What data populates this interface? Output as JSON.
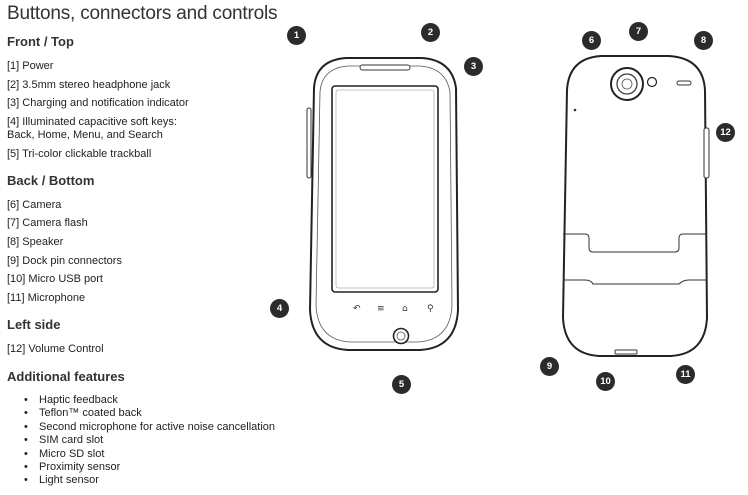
{
  "title": "Buttons, connectors and controls",
  "sections": {
    "front_top": {
      "heading": "Front / Top",
      "items": [
        "[1] Power",
        "[2] 3.5mm stereo headphone jack",
        "[3] Charging and notification indicator",
        "[4] Illuminated capacitive soft keys:",
        "Back, Home, Menu, and Search",
        "[5] Tri-color clickable trackball"
      ]
    },
    "back_bottom": {
      "heading": "Back / Bottom",
      "items": [
        "[6] Camera",
        "[7] Camera flash",
        "[8] Speaker",
        "[9] Dock pin connectors",
        "[10] Micro USB port",
        "[11] Microphone"
      ]
    },
    "left_side": {
      "heading": "Left side",
      "items": [
        "[12] Volume Control"
      ]
    },
    "additional": {
      "heading": "Additional features",
      "items": [
        "Haptic feedback",
        "Teflon™ coated back",
        "Second microphone for active noise cancellation",
        "SIM card slot",
        "Micro SD slot",
        "Proximity sensor",
        "Light sensor"
      ]
    }
  },
  "callouts": [
    "1",
    "2",
    "3",
    "4",
    "5",
    "6",
    "7",
    "8",
    "9",
    "10",
    "11",
    "12"
  ]
}
